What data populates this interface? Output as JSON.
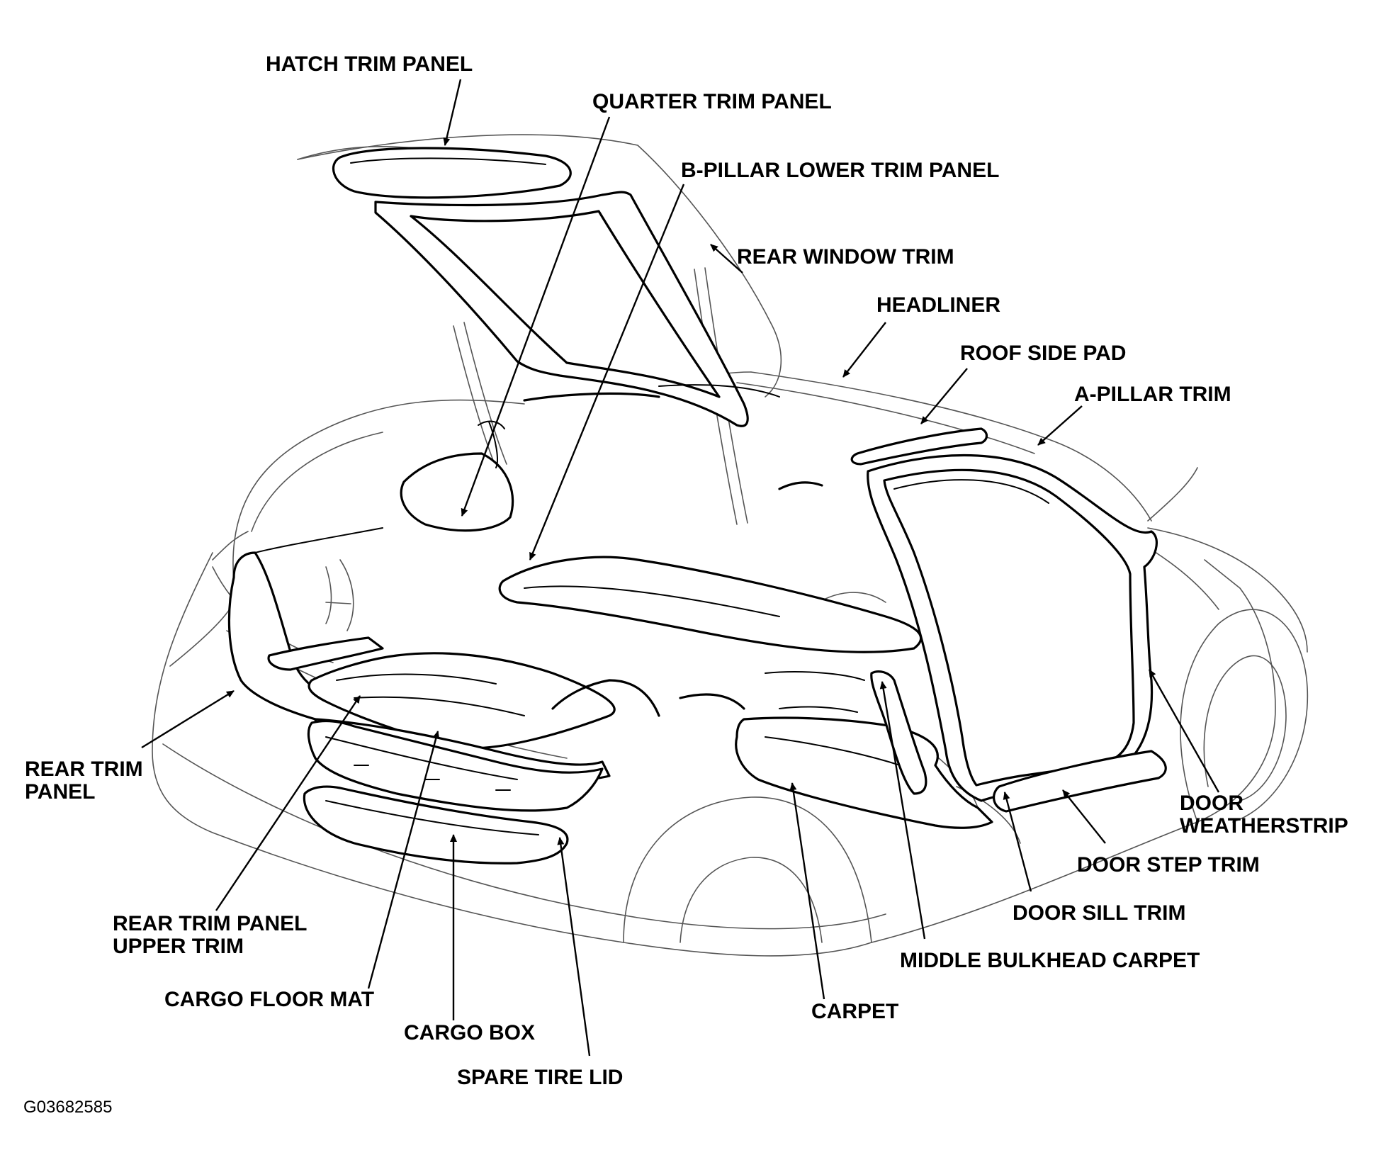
{
  "figure_id": "G03682585",
  "labels": {
    "hatch_trim_panel": "HATCH TRIM PANEL",
    "quarter_trim_panel": "QUARTER TRIM PANEL",
    "b_pillar_lower_trim_panel": "B-PILLAR LOWER TRIM PANEL",
    "rear_window_trim": "REAR WINDOW TRIM",
    "headliner": "HEADLINER",
    "roof_side_pad": "ROOF SIDE PAD",
    "a_pillar_trim": "A-PILLAR TRIM",
    "rear_trim_panel_line1": "REAR TRIM",
    "rear_trim_panel_line2": "PANEL",
    "door_weatherstrip_line1": "DOOR",
    "door_weatherstrip_line2": "WEATHERSTRIP",
    "door_step_trim": "DOOR STEP TRIM",
    "door_sill_trim": "DOOR SILL TRIM",
    "middle_bulkhead_carpet": "MIDDLE BULKHEAD CARPET",
    "rear_trim_panel_upper_trim_line1": "REAR TRIM PANEL",
    "rear_trim_panel_upper_trim_line2": "UPPER TRIM",
    "cargo_floor_mat": "CARGO FLOOR MAT",
    "cargo_box": "CARGO BOX",
    "carpet": "CARPET",
    "spare_tire_lid": "SPARE TIRE LID"
  }
}
